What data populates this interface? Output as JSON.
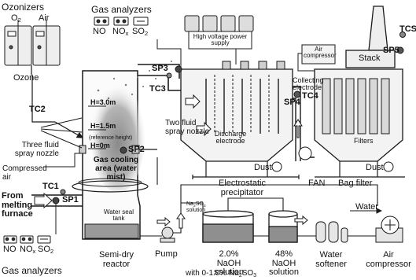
{
  "labels": {
    "ozonizers": "Ozonizers",
    "o2": "O",
    "o2_sub": "2",
    "air_top": "Air",
    "gas_analyzers_top": "Gas analyzers",
    "no_top": "NO",
    "nox_top_a": "NO",
    "nox_top_b": "x",
    "so2_top_a": "SO",
    "so2_top_b": "2",
    "high_voltage": "High voltage power supply",
    "air_compressor_top": "Air compressor",
    "tcs": "TCS",
    "sp5": "SP5",
    "ozone": "Ozone",
    "sp3": "SP3",
    "tc3": "TC3",
    "collecting_electrode": "Collecting electrode",
    "stack": "Stack",
    "tc2": "TC2",
    "h3": "H=3.0m",
    "h15": "H=1.5m",
    "reference_height": "(reference height)",
    "h0": "H=0m",
    "sp2": "SP2",
    "two_fluid": "Two fluid spray nozzle",
    "sp4": "SP4",
    "tc4": "TC4",
    "three_fluid": "Three fluid spray nozzle",
    "gas_cooling": "Gas cooling area (water mist)",
    "discharge_electrode": "Discharge electrode",
    "filters": "Filters",
    "compressed_air": "Compressed air",
    "tc1": "TC1",
    "dust_esp": "Dust",
    "dust_bag": "Dust",
    "electrostatic_precipitator": "Electrostatic precipitator",
    "fan": "FAN",
    "bag_filter": "Bag filter",
    "from_melting_furnace": "From melting furnace",
    "sp1": "SP1",
    "na2so3_solution_a": "Na",
    "na2so3_solution_b": "2",
    "na2so3_solution_c": "SO",
    "na2so3_solution_d": "3",
    "na2so3_solution_e": "solution",
    "water": "Water",
    "water_seal_tank": "Water seal tank",
    "no_bottom": "NO",
    "nox_bottom_a": "NO",
    "nox_bottom_b": "x",
    "so2_bottom_a": "SO",
    "so2_bottom_b": "2",
    "gas_analyzers_bottom": "Gas analyzers",
    "semi_dry_reactor": "Semi-dry reactor",
    "pump": "Pump",
    "naoh_2": "2.0% NaOH solution",
    "naoh_2_with_a": "with 0-1.0% Na",
    "naoh_2_with_b": "2",
    "naoh_2_with_c": "SO",
    "naoh_2_with_d": "3",
    "naoh_48": "48% NaOH solution",
    "water_softener": "Water softener",
    "air_compressor_bottom": "Air compressor"
  },
  "colors": {
    "line": "#1a1a1a",
    "equipment_fill": "#e6e6e6",
    "liquid_fill": "#8f8f8f",
    "mist_fill": "#9a9a9a",
    "probe_fill": "#555555"
  }
}
